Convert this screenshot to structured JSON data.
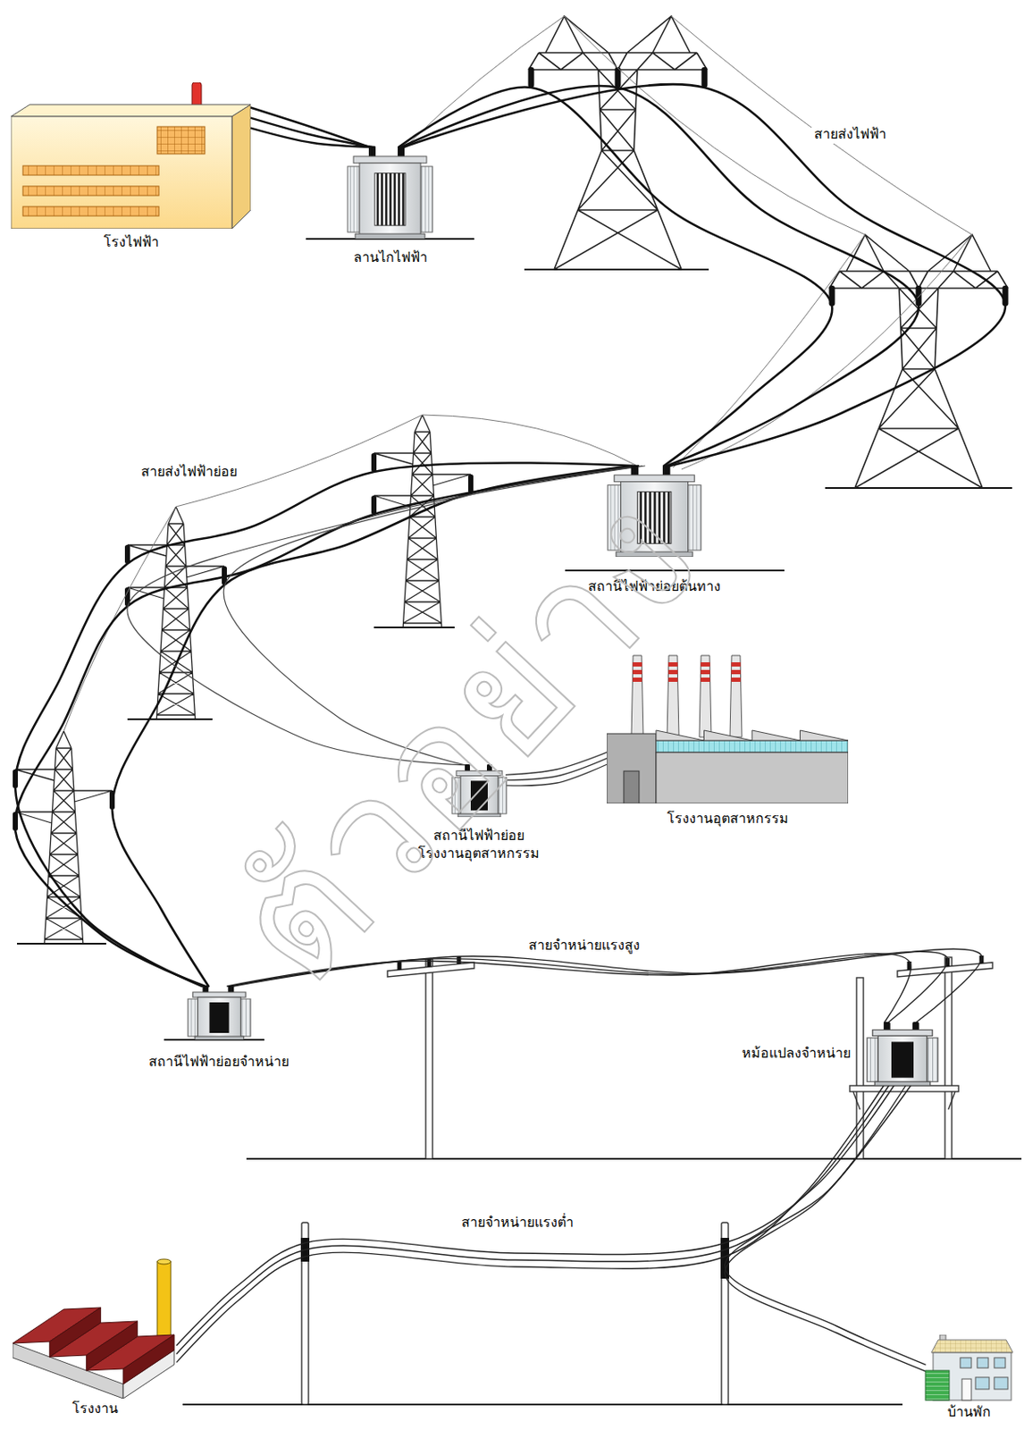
{
  "diagram": {
    "nodes": [
      {
        "text": [
          "โรงไฟฟ้า"
        ]
      },
      {
        "text": [
          "ลานไกไฟฟ้า"
        ]
      },
      {
        "text": [
          "สถานีไฟฟ้าย่อยต้นทาง"
        ]
      },
      {
        "text": [
          "สถานีไฟฟ้าย่อย โรงงานอุตสาหกรรม"
        ]
      },
      {
        "text": [
          "โรงงานอุตสาหกรรม"
        ]
      },
      {
        "text": [
          "สถานีไฟฟ้าย่อยจำหน่าย"
        ]
      },
      {
        "text": [
          "หม้อแปลงจำหน่าย"
        ]
      },
      {
        "text": [
          "โรงงาน"
        ]
      },
      {
        "text": [
          "บ้านพัก"
        ]
      }
    ],
    "edges": [
      {
        "from": 0,
        "to": 1,
        "arrow": "none"
      },
      {
        "from": 1,
        "to": 2,
        "label": "สายส่งไฟฟ้า",
        "arrow": "none"
      },
      {
        "from": 2,
        "to": 5,
        "label": "สายส่งไฟฟ้าย่อย",
        "arrow": "none"
      },
      {
        "from": 2,
        "to": 3,
        "arrow": "none"
      },
      {
        "from": 3,
        "to": 4,
        "arrow": "none"
      },
      {
        "from": 5,
        "to": 6,
        "label": "สายจำหน่ายแรงสูง",
        "arrow": "none"
      },
      {
        "from": 6,
        "to": 7,
        "label": "สายจำหน่ายแรงต่ำ",
        "arrow": "none"
      },
      {
        "from": 6,
        "to": 8,
        "arrow": "none"
      }
    ],
    "labels": [
      "ตัวอย่าง"
    ]
  }
}
